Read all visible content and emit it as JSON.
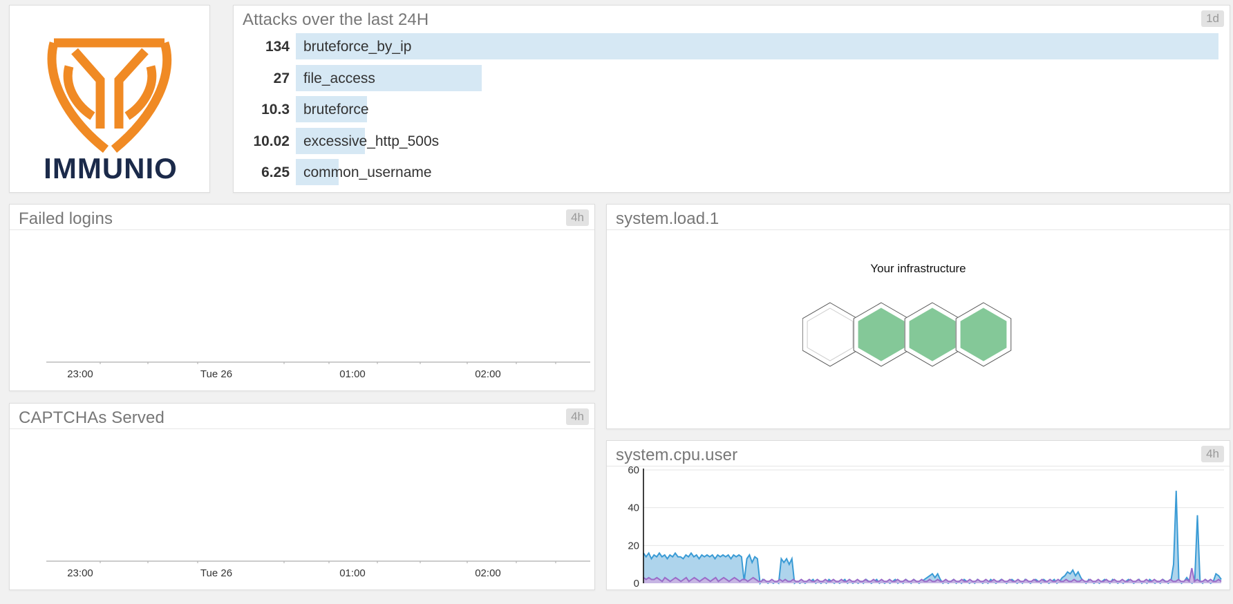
{
  "logo": {
    "brand_text": "IMMUNIO",
    "colors": {
      "shield": "#f08a24",
      "text": "#1b2a4a"
    }
  },
  "attacks": {
    "title": "Attacks over the last 24H",
    "timeframe": "1d",
    "bar_color": "#d6e8f4",
    "items": [
      {
        "value": "134",
        "number": 134,
        "label": "bruteforce_by_ip"
      },
      {
        "value": "27",
        "number": 27,
        "label": "file_access"
      },
      {
        "value": "10.3",
        "number": 10.3,
        "label": "bruteforce"
      },
      {
        "value": "10.02",
        "number": 10.02,
        "label": "excessive_http_500s"
      },
      {
        "value": "6.25",
        "number": 6.25,
        "label": "common_username"
      }
    ]
  },
  "failed_logins": {
    "title": "Failed logins",
    "timeframe": "4h",
    "x_ticks": [
      "23:00",
      "Tue 26",
      "01:00",
      "02:00"
    ]
  },
  "captchas": {
    "title": "CAPTCHAs Served",
    "timeframe": "4h",
    "x_ticks": [
      "23:00",
      "Tue 26",
      "01:00",
      "02:00"
    ]
  },
  "system_load": {
    "title": "system.load.1",
    "subtitle": "Your infrastructure",
    "hosts": [
      {
        "status": "none",
        "color": "#ffffff"
      },
      {
        "status": "ok",
        "color": "#84c898"
      },
      {
        "status": "ok",
        "color": "#84c898"
      },
      {
        "status": "ok",
        "color": "#84c898"
      }
    ]
  },
  "cpu_user": {
    "title": "system.cpu.user",
    "timeframe": "4h",
    "chart_data": {
      "type": "area",
      "ylim": [
        0,
        60
      ],
      "y_ticks": [
        "60",
        "40",
        "20",
        "0"
      ],
      "series": [
        {
          "color": "#3a9bd5",
          "fill": "#a5cfea",
          "values": [
            16,
            14,
            16,
            13,
            15,
            14,
            16,
            14,
            15,
            13,
            15,
            14,
            16,
            14,
            14,
            13,
            15,
            14,
            16,
            14,
            15,
            13,
            15,
            14,
            15,
            14,
            15,
            13,
            15,
            14,
            15,
            14,
            15,
            13,
            15,
            14,
            15,
            14,
            1,
            13,
            15,
            11,
            14,
            13,
            0,
            2,
            1,
            0,
            1,
            0,
            1,
            0,
            13,
            11,
            13,
            10,
            13,
            0,
            1,
            0,
            1,
            0,
            1,
            1,
            2,
            0,
            1,
            0,
            1,
            0,
            2,
            1,
            0,
            1,
            0,
            1,
            2,
            0,
            1,
            0,
            1,
            0,
            1,
            0,
            2,
            1,
            0,
            1,
            2,
            0,
            1,
            0,
            1,
            0,
            1,
            2,
            0,
            1,
            0,
            2,
            1,
            0,
            2,
            1,
            0,
            1,
            2,
            3,
            4,
            5,
            3,
            5,
            2,
            0,
            1,
            0,
            1,
            2,
            0,
            1,
            0,
            2,
            1,
            0,
            1,
            0,
            2,
            1,
            0,
            1,
            0,
            2,
            1,
            0,
            1,
            2,
            1,
            0,
            1,
            2,
            1,
            0,
            1,
            0,
            2,
            1,
            0,
            1,
            2,
            1,
            0,
            2,
            1,
            0,
            1,
            2,
            0,
            1,
            3,
            4,
            6,
            5,
            7,
            4,
            6,
            3,
            1,
            0,
            2,
            1,
            0,
            1,
            0,
            1,
            2,
            1,
            0,
            2,
            1,
            0,
            1,
            0,
            1,
            2,
            1,
            0,
            1,
            2,
            0,
            1,
            0,
            2,
            1,
            0,
            1,
            0,
            2,
            1,
            0,
            1,
            10,
            49,
            2,
            0,
            1,
            3,
            1,
            0,
            2,
            36,
            1,
            0,
            2,
            1,
            0,
            1,
            5,
            4,
            2
          ]
        },
        {
          "color": "#9a6cc8",
          "fill": "#c9b1e2",
          "values": [
            3,
            2,
            3,
            2,
            2,
            3,
            2,
            1,
            3,
            2,
            1,
            2,
            3,
            2,
            1,
            2,
            3,
            1,
            2,
            3,
            2,
            1,
            2,
            3,
            2,
            1,
            2,
            3,
            1,
            2,
            3,
            2,
            1,
            2,
            3,
            2,
            1,
            2,
            2,
            1,
            2,
            3,
            2,
            1,
            1,
            2,
            1,
            1,
            2,
            1,
            1,
            2,
            1,
            2,
            1,
            1,
            2,
            1,
            1,
            2,
            1,
            1,
            2,
            1,
            1,
            2,
            1,
            1,
            2,
            1,
            1,
            2,
            1,
            1,
            2,
            1,
            1,
            2,
            1,
            1,
            2,
            1,
            1,
            2,
            1,
            1,
            2,
            1,
            1,
            2,
            1,
            1,
            2,
            1,
            1,
            2,
            1,
            1,
            2,
            1,
            1,
            2,
            1,
            1,
            2,
            1,
            1,
            2,
            1,
            1,
            2,
            1,
            1,
            2,
            1,
            1,
            2,
            1,
            1,
            2,
            1,
            1,
            2,
            1,
            1,
            2,
            1,
            1,
            2,
            1,
            1,
            2,
            1,
            1,
            2,
            1,
            1,
            2,
            1,
            1,
            2,
            1,
            1,
            2,
            1,
            1,
            2,
            1,
            1,
            2,
            1,
            1,
            2,
            1,
            1,
            2,
            1,
            1,
            2,
            1,
            1,
            2,
            1,
            1,
            2,
            1,
            1,
            2,
            1,
            1,
            2,
            1,
            1,
            2,
            1,
            1,
            2,
            1,
            1,
            2,
            1,
            1,
            2,
            1,
            1,
            2,
            1,
            1,
            2,
            1,
            1,
            2,
            1,
            1,
            2,
            1,
            1,
            2,
            1,
            1,
            2,
            1,
            1,
            2,
            1,
            8,
            1,
            2,
            1,
            1,
            2,
            1,
            2,
            1,
            1,
            2,
            1
          ]
        }
      ]
    }
  }
}
